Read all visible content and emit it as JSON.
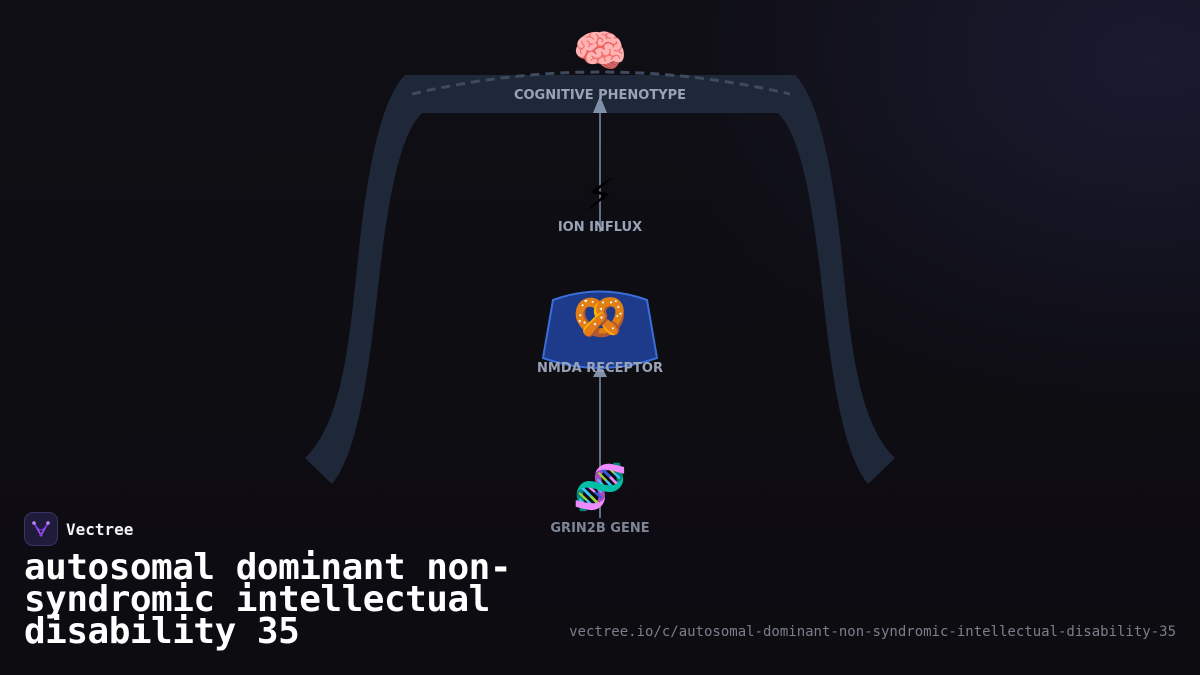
{
  "brand": {
    "name": "Vectree"
  },
  "title": "autosomal dominant non-syndromic intellectual disability 35",
  "url": "vectree.io/c/autosomal-dominant-non-syndromic-intellectual-disability-35",
  "diagram": {
    "nodes": [
      {
        "id": "cognitive",
        "label": "COGNITIVE PHENOTYPE",
        "icon": "brain-icon",
        "glyph": "🧠"
      },
      {
        "id": "ion",
        "label": "ION INFLUX",
        "icon": "lightning-icon",
        "glyph": "⚡"
      },
      {
        "id": "receptor",
        "label": "NMDA RECEPTOR",
        "icon": "pretzel-icon",
        "glyph": "🥨"
      },
      {
        "id": "gene",
        "label": "GRIN2B GENE",
        "icon": "dna-icon",
        "glyph": "🧬"
      }
    ],
    "colors": {
      "arch": "#1e2838",
      "receptor_fill": "#1e3a8a",
      "receptor_stroke": "#3b6fd8",
      "connector": "#8090a8"
    }
  }
}
